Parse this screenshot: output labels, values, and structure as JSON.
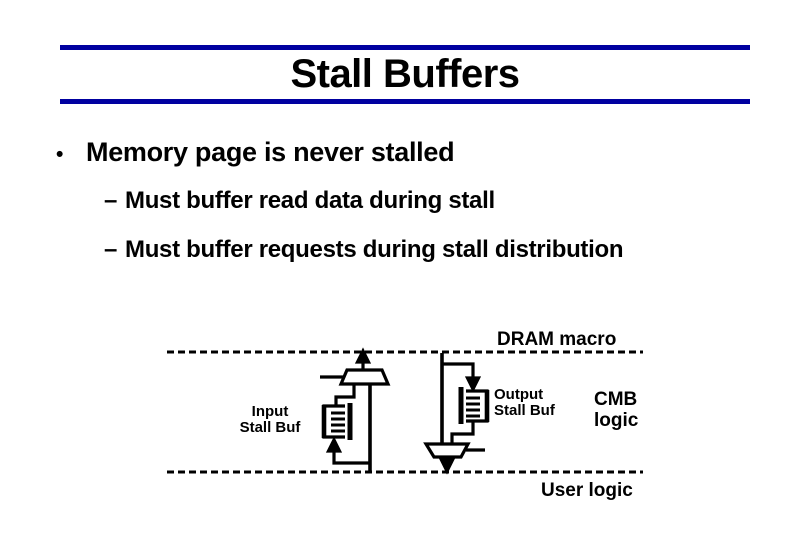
{
  "slide": {
    "title": "Stall Buffers",
    "bullet": {
      "marker": "•",
      "text": "Memory page is never stalled"
    },
    "sub_bullets": [
      {
        "marker": "–",
        "text": "Must buffer read data during stall"
      },
      {
        "marker": "–",
        "text": "Must buffer requests during stall distribution"
      }
    ]
  },
  "diagram": {
    "dram_label": "DRAM macro",
    "user_label": "User logic",
    "cmb_label_line1": "CMB",
    "cmb_label_line2": "logic",
    "input_buf_label_line1": "Input",
    "input_buf_label_line2": "Stall Buf",
    "output_buf_label_line1": "Output",
    "output_buf_label_line2": "Stall Buf",
    "icons": [
      "input-mux-icon",
      "output-mux-icon",
      "input-fifo-buffer-icon",
      "output-fifo-buffer-icon",
      "up-arrow-icon",
      "down-arrow-icon",
      "dashed-boundary-line"
    ]
  },
  "colors": {
    "rule_blue": "#0000A0",
    "diagram_black": "#000000",
    "background": "#FFFFFF"
  }
}
